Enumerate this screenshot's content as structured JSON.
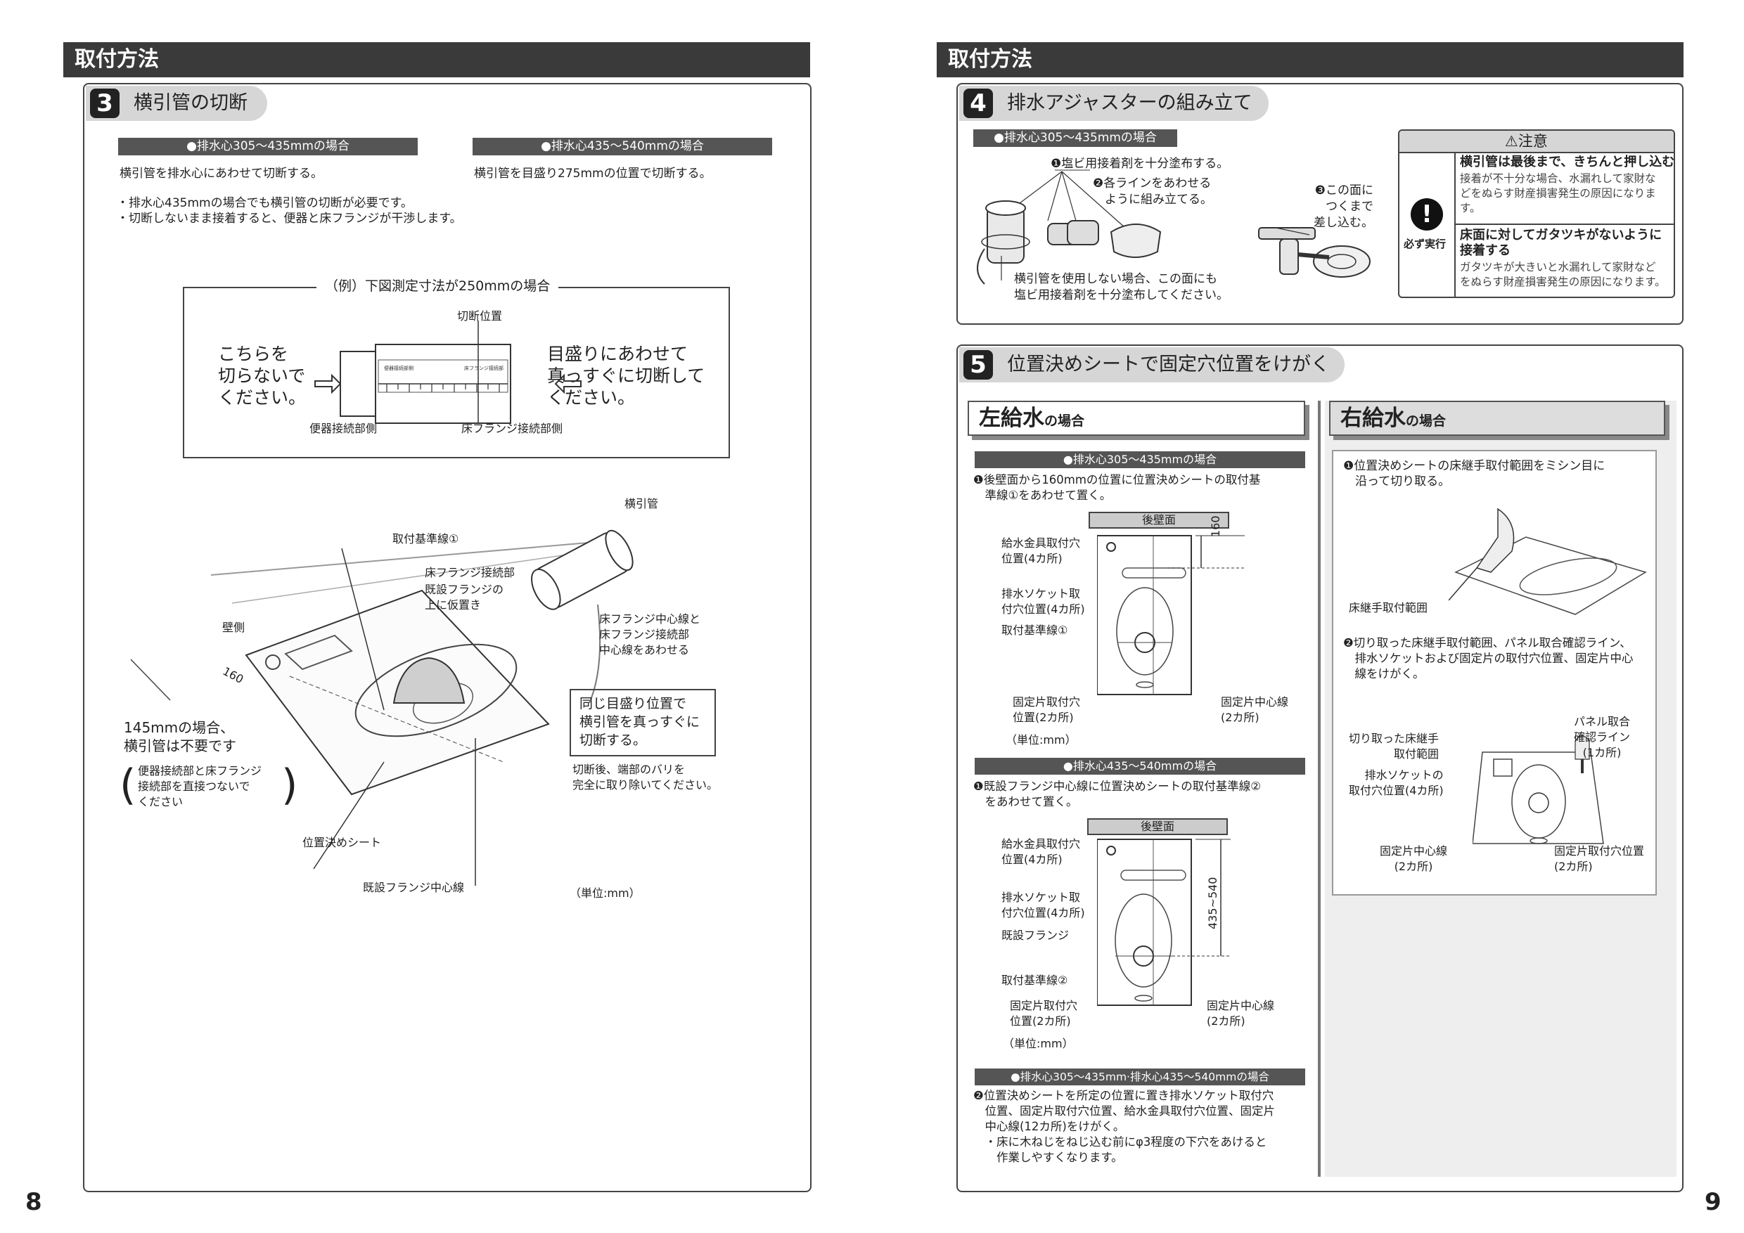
{
  "page_left": {
    "header": "取付方法",
    "page_number": "8",
    "step3": {
      "number": "3",
      "title": "横引管の切断",
      "case_a": {
        "label": "●排水心305～435mmの場合",
        "text": "横引管を排水心にあわせて切断する。"
      },
      "case_b": {
        "label": "●排水心435～540mmの場合",
        "text": "横引管を目盛り275mmの位置で切断する。"
      },
      "notes": [
        "・排水心435mmの場合でも横引管の切断が必要です。",
        "・切断しないまま接着すると、便器と床フランジが干渉します。"
      ],
      "example": {
        "caption": "（例）下図測定寸法が250mmの場合",
        "cut_position": "切断位置",
        "left_text": "こちらを\n切らないで\nください。",
        "right_text": "目盛りにあわせて\n真っすぐに切断して\nください。",
        "bottom_left": "便器接続部側",
        "bottom_right": "床フランジ接続部側",
        "pipe_label_1": "便器接続部側",
        "pipe_label_2": "床フランジ接続部"
      },
      "diagram": {
        "yokobikikan": "横引管",
        "torituke_kijunsen": "取付基準線①",
        "yuka_flange": "床フランジ接続部",
        "kisetsu_flange_on": "既設フランジの\n上に仮置き",
        "hekigawa": "壁側",
        "dim_160": "160",
        "center_align": "床フランジ中心線と\n床フランジ接続部\n中心線をあわせる",
        "same_scale": "同じ目盛り位置で\n横引管を真っすぐに\n切断する。",
        "after_cut": "切断後、端部のバリを\n完全に取り除いてください。",
        "note_145": "145mmの場合、\n横引管は不要です",
        "note_direct": "便器接続部と床フランジ\n接続部を直接つないで\nください",
        "ichigime_sheet": "位置決めシート",
        "kisetsu_center": "既設フランジ中心線",
        "unit": "（単位:mm）"
      }
    }
  },
  "page_right": {
    "header": "取付方法",
    "page_number": "9",
    "step4": {
      "number": "4",
      "title": "排水アジャスターの組み立て",
      "case_label": "●排水心305～435mmの場合",
      "item1": "❶塩ビ用接着剤を十分塗布する。",
      "item2": "❷各ラインをあわせる\n　ように組み立てる。",
      "item3": "❸この面に\nつくまで\n差し込む。",
      "note": "横引管を使用しない場合、この面にも\n塩ビ用接着剤を十分塗布してください。",
      "caution": {
        "title": "注意",
        "must": "必ず実行",
        "item1_head": "横引管は最後まで、きちんと押し込む",
        "item1_body": "接着が不十分な場合、水漏れして家財な\nどをぬらす財産損害発生の原因になりま\nす。",
        "item2_head": "床面に対してガタツキがないように\n接着する",
        "item2_body": "ガタツキが大きいと水漏れして家財など\nをぬらす財産損害発生の原因になります。"
      }
    },
    "step5": {
      "number": "5",
      "title": "位置決めシートで固定穴位置をけがく",
      "left": {
        "heading": "左給水",
        "heading_suffix": "の場合",
        "case1_label": "●排水心305～435mmの場合",
        "case1_text": "❶後壁面から160mmの位置に位置決めシートの取付基\n　準線①をあわせて置く。",
        "wall": "後壁面",
        "feed_holes": "給水金具取付穴\n位置(4カ所)",
        "socket_holes": "排水ソケット取\n付穴位置(4カ所)",
        "base_line1": "取付基準線①",
        "fix_holes": "固定片取付穴\n位置(2カ所)",
        "fix_center": "固定片中心線\n(2カ所)",
        "dim_160": "160",
        "unit": "（単位:mm）",
        "case2_label": "●排水心435～540mmの場合",
        "case2_text": "❶既設フランジ中心線に位置決めシートの取付基準線②\n　をあわせて置く。",
        "wall2": "後壁面",
        "feed_holes2": "給水金具取付穴\n位置(4カ所)",
        "socket_holes2": "排水ソケット取\n付穴位置(4カ所)",
        "existing_flange": "既設フランジ",
        "base_line2": "取付基準線②",
        "fix_holes2": "固定片取付穴\n位置(2カ所)",
        "fix_center2": "固定片中心線\n(2カ所)",
        "dim_range": "435~540",
        "unit2": "（単位:mm）",
        "case3_label": "●排水心305～435mm·排水心435～540mmの場合",
        "case3_text": "❷位置決めシートを所定の位置に置き排水ソケット取付穴\n　位置、固定片取付穴位置、給水金具取付穴位置、固定片\n　中心線(12カ所)をけがく。\n　・床に木ねじをねじ込む前にφ3程度の下穴をあけると\n　　作業しやすくなります。"
      },
      "right": {
        "heading": "右給水",
        "heading_suffix": "の場合",
        "item1": "❶位置決めシートの床継手取付範囲をミシン目に\n　沿って切り取る。",
        "cut_range": "床継手取付範囲",
        "item2": "❷切り取った床継手取付範囲、パネル取合確認ライン、\n　排水ソケットおよび固定片の取付穴位置、固定片中心\n　線をけがく。",
        "panel_line": "パネル取合\n確認ライン\n(1カ所)",
        "cut_off": "切り取った床継手\n取付範囲",
        "socket_holes": "排水ソケットの\n取付穴位置(4カ所)",
        "fix_center": "固定片中心線\n(2カ所)",
        "fix_holes": "固定片取付穴位置\n(2カ所)"
      }
    }
  },
  "colors": {
    "header_bg": "#3a3a3a",
    "bar_bg": "#555555",
    "step_bg": "#d6d6d6"
  }
}
